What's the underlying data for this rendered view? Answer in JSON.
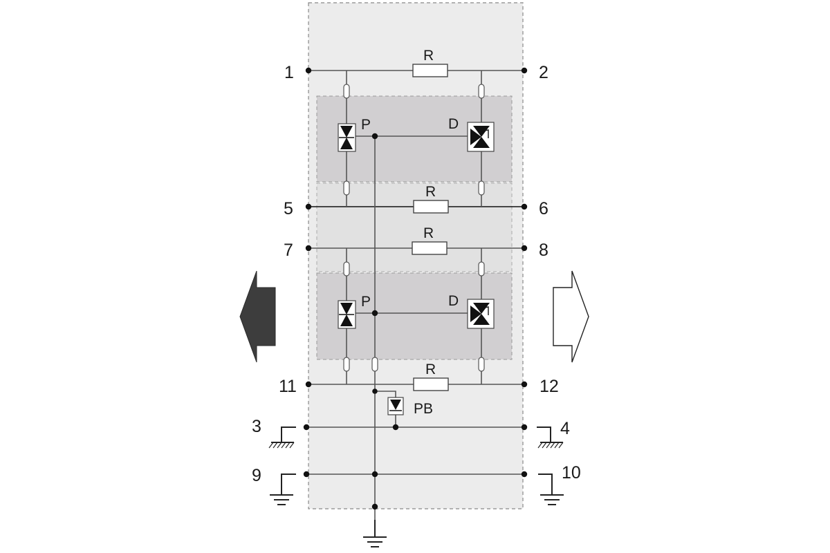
{
  "colors": {
    "outer_panel": "#ececec",
    "module_panel": "#d1cfd1",
    "middle_panel": "#e1e1e1",
    "wire": "#555555",
    "arrow_left_fill": "#3d3d3d",
    "arrow_right_fill": "#ffffff"
  },
  "terminals": {
    "t1": "1",
    "t2": "2",
    "t3": "3",
    "t4": "4",
    "t5": "5",
    "t6": "6",
    "t7": "7",
    "t8": "8",
    "t9": "9",
    "t10": "10",
    "t11": "11",
    "t12": "12"
  },
  "components": {
    "r_top": "R",
    "r_56": "R",
    "r_78": "R",
    "r_bottom": "R",
    "p_upper": "P",
    "d_upper": "D",
    "p_lower": "P",
    "d_lower": "D",
    "pb": "PB"
  },
  "icons": {
    "left_arrow": "arrow-left-filled",
    "right_arrow": "arrow-right-outline",
    "earth": "earth-ground",
    "chassis": "chassis-ground"
  }
}
